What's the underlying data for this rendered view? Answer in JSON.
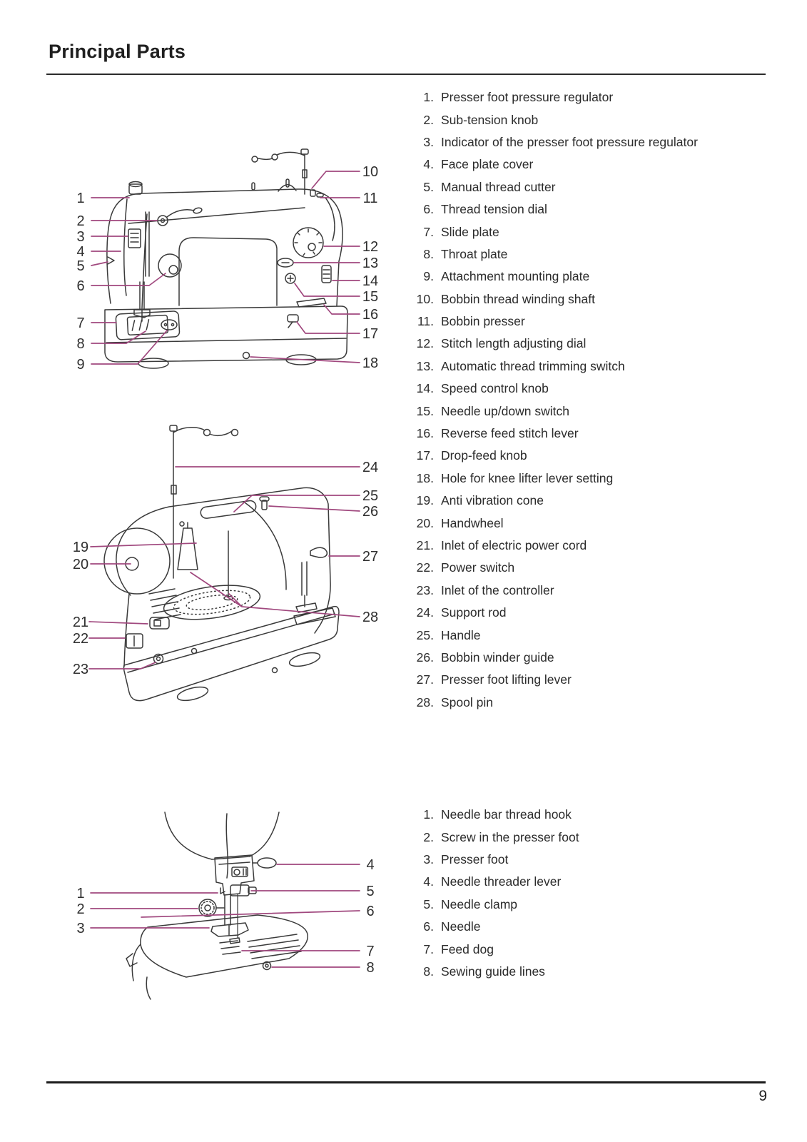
{
  "page": {
    "title": "Principal Parts",
    "page_number": "9"
  },
  "colors": {
    "leader_line": "#a0487e",
    "line_art": "#3a3a3a",
    "text": "#2b2b2b"
  },
  "parts_list_main": {
    "items": [
      {
        "num": "1.",
        "label": "Presser foot pressure regulator"
      },
      {
        "num": "2.",
        "label": "Sub-tension knob"
      },
      {
        "num": "3.",
        "label": "Indicator of the presser foot pressure regulator"
      },
      {
        "num": "4.",
        "label": "Face plate cover"
      },
      {
        "num": "5.",
        "label": "Manual thread cutter"
      },
      {
        "num": "6.",
        "label": "Thread tension dial"
      },
      {
        "num": "7.",
        "label": "Slide plate"
      },
      {
        "num": "8.",
        "label": "Throat plate"
      },
      {
        "num": "9.",
        "label": "Attachment mounting plate"
      },
      {
        "num": "10.",
        "label": "Bobbin thread winding shaft"
      },
      {
        "num": "11.",
        "label": "Bobbin presser"
      },
      {
        "num": "12.",
        "label": "Stitch length adjusting dial"
      },
      {
        "num": "13.",
        "label": "Automatic thread trimming switch"
      },
      {
        "num": "14.",
        "label": "Speed control knob"
      },
      {
        "num": "15.",
        "label": "Needle up/down switch"
      },
      {
        "num": "16.",
        "label": "Reverse feed stitch lever"
      },
      {
        "num": "17.",
        "label": "Drop-feed knob"
      },
      {
        "num": "18.",
        "label": "Hole for knee lifter lever setting"
      },
      {
        "num": "19.",
        "label": "Anti vibration cone"
      },
      {
        "num": "20.",
        "label": "Handwheel"
      },
      {
        "num": "21.",
        "label": "Inlet of electric power cord"
      },
      {
        "num": "22.",
        "label": "Power switch"
      },
      {
        "num": "23.",
        "label": "Inlet of the controller"
      },
      {
        "num": "24.",
        "label": "Support rod"
      },
      {
        "num": "25.",
        "label": "Handle"
      },
      {
        "num": "26.",
        "label": "Bobbin winder guide"
      },
      {
        "num": "27.",
        "label": "Presser foot lifting lever"
      },
      {
        "num": "28.",
        "label": "Spool pin"
      }
    ]
  },
  "parts_list_needle": {
    "items": [
      {
        "num": "1.",
        "label": "Needle bar thread hook"
      },
      {
        "num": "2.",
        "label": "Screw in the presser foot"
      },
      {
        "num": "3.",
        "label": "Presser foot"
      },
      {
        "num": "4.",
        "label": "Needle threader lever"
      },
      {
        "num": "5.",
        "label": "Needle clamp"
      },
      {
        "num": "6.",
        "label": "Needle"
      },
      {
        "num": "7.",
        "label": "Feed dog"
      },
      {
        "num": "8.",
        "label": "Sewing guide lines"
      }
    ]
  },
  "diagrams": {
    "front_view": {
      "description": "Sewing machine front view",
      "callouts": [
        "1",
        "2",
        "3",
        "4",
        "5",
        "6",
        "7",
        "8",
        "9",
        "10",
        "11",
        "12",
        "13",
        "14",
        "15",
        "16",
        "17",
        "18"
      ]
    },
    "rear_view": {
      "description": "Sewing machine rear view",
      "callouts": [
        "19",
        "20",
        "21",
        "22",
        "23",
        "24",
        "25",
        "26",
        "27",
        "28"
      ]
    },
    "needle_area": {
      "description": "Needle area close-up",
      "callouts": [
        "1",
        "2",
        "3",
        "4",
        "5",
        "6",
        "7",
        "8"
      ]
    }
  }
}
